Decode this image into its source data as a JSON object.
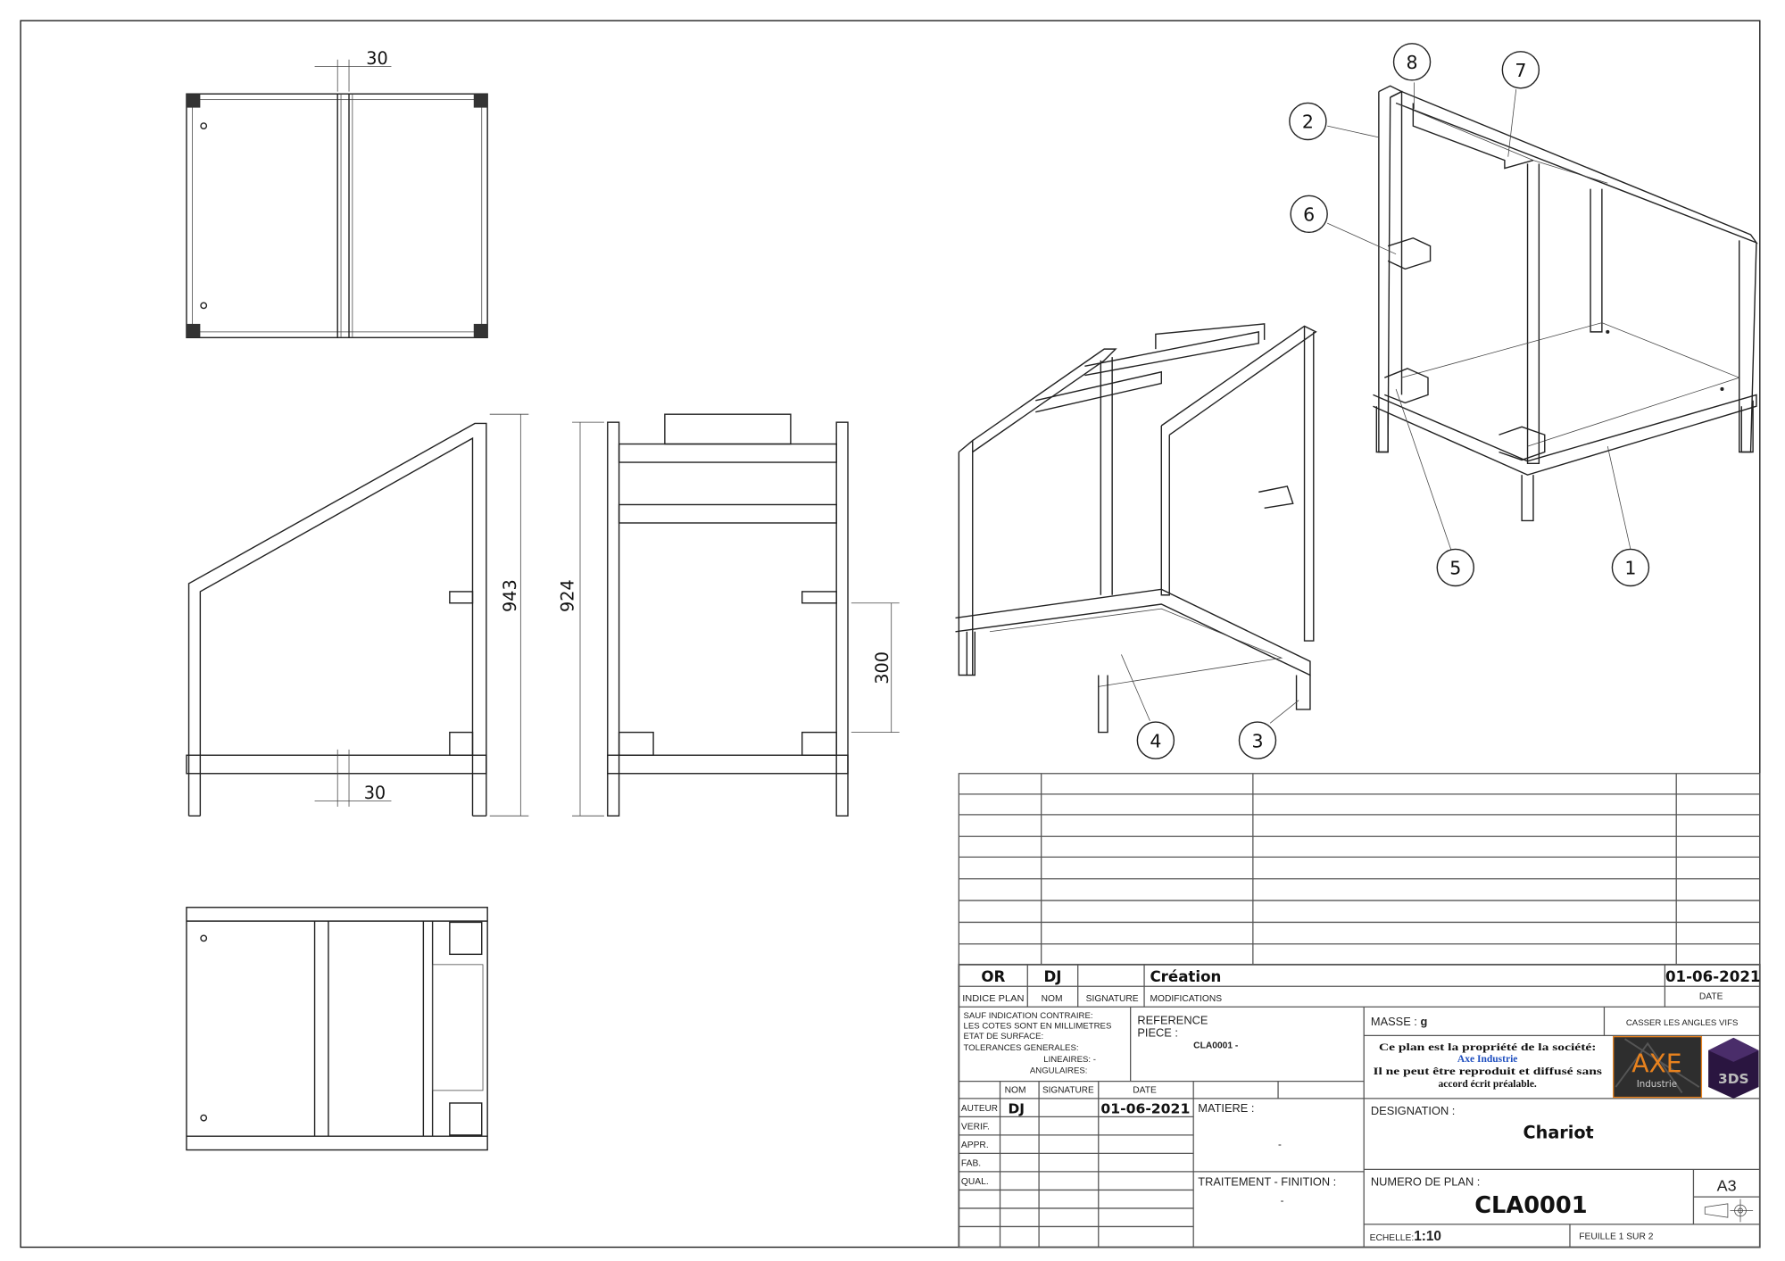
{
  "dimensions": {
    "top_width": "30",
    "bottom_width": "30",
    "height_side": "943",
    "height_front": "924",
    "height_bracket": "300"
  },
  "balloons": [
    "1",
    "2",
    "3",
    "4",
    "5",
    "6",
    "7",
    "8"
  ],
  "title_block": {
    "revision": {
      "indice": "OR",
      "nom": "DJ",
      "modification": "Création",
      "date": "01-06-2021"
    },
    "revision_labels": {
      "indice": "INDICE PLAN",
      "nom": "NOM",
      "signature": "SIGNATURE",
      "modifications": "MODIFICATIONS",
      "date": "DATE"
    },
    "general_notes": [
      "SAUF INDICATION CONTRAIRE:",
      "LES COTES SONT EN MILLIMETRES",
      "ETAT DE SURFACE:",
      "TOLERANCES GENERALES:",
      "LINEAIRES: -",
      "ANGULAIRES:"
    ],
    "reference_label_1": "REFERENCE",
    "reference_label_2": "PIECE :",
    "reference_value": "CLA0001 -",
    "masse_label": "MASSE :",
    "masse_unit": "g",
    "casser": "CASSER LES ANGLES VIFS",
    "property_1": "Ce plan est la propriété de la société:",
    "company": "Axe Industrie",
    "property_2": "Il ne peut être reproduit et diffusé sans",
    "property_3": "accord écrit préalable.",
    "logo_text": "AXE",
    "logo_sub": "Industrie",
    "logo2_text": "3DS",
    "sig_header": {
      "nom": "NOM",
      "signature": "SIGNATURE",
      "date": "DATE"
    },
    "roles": [
      "AUTEUR",
      "VERIF.",
      "APPR.",
      "FAB.",
      "QUAL."
    ],
    "auteur_nom": "DJ",
    "auteur_date": "01-06-2021",
    "matiere_label": "MATIERE :",
    "matiere_value": "-",
    "traitement_label": "TRAITEMENT - FINITION :",
    "traitement_value": "-",
    "designation_label": "DESIGNATION :",
    "designation": "Chariot",
    "numero_label": "NUMERO DE PLAN :",
    "numero": "CLA0001",
    "format": "A3",
    "echelle_label": "ECHELLE:",
    "echelle": "1:10",
    "feuille": "FEUILLE 1 SUR 2"
  },
  "colors": {
    "company": "#1f4fbf",
    "logo_orange": "#e8821e"
  }
}
